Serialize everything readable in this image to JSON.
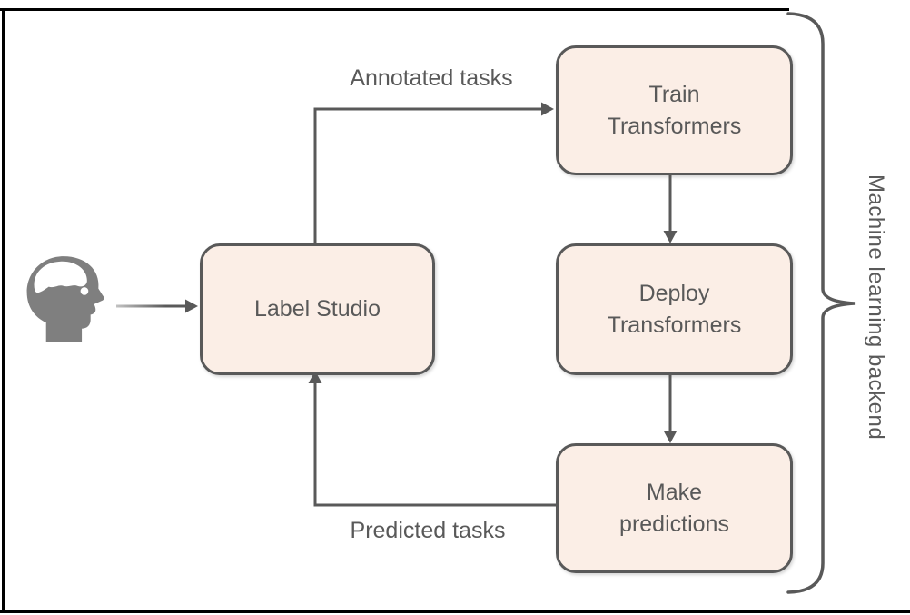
{
  "diagram": {
    "nodes": [
      {
        "id": "label-studio",
        "label": "Label Studio"
      },
      {
        "id": "train-transformers",
        "label": "Train\nTransformers"
      },
      {
        "id": "deploy-transformers",
        "label": "Deploy\nTransformers"
      },
      {
        "id": "make-predictions",
        "label": "Make\npredictions"
      }
    ],
    "edge_labels": {
      "annotated": "Annotated tasks",
      "predicted": "Predicted tasks"
    },
    "brace_label": "Machine learning backend",
    "icons": {
      "actor": "human-head-profile-icon"
    },
    "colors": {
      "node_fill": "#fbeee6",
      "line": "#595959",
      "text": "#595959",
      "actor": "#7f7f7f",
      "frame": "#000000"
    }
  }
}
